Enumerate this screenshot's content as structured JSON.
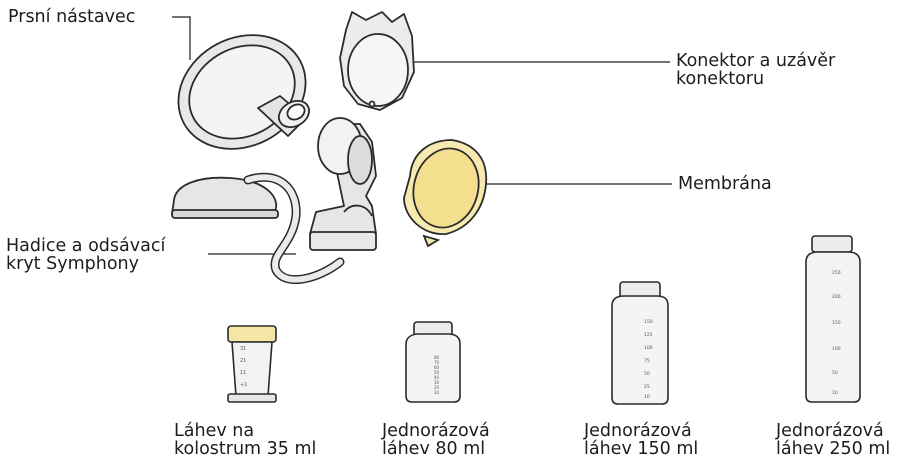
{
  "labels": {
    "breast_shield": "Prsní nástavec",
    "connector": {
      "line1": "Konektor a uzávěr",
      "line2": "konektoru"
    },
    "membrane": "Membrána",
    "tubing": {
      "line1": "Hadice a odsávací",
      "line2": "kryt Symphony"
    }
  },
  "bottles": [
    {
      "line1": "Láhev na",
      "line2": "kolostrum 35 ml"
    },
    {
      "line1": "Jednorázová",
      "line2": "láhev 80 ml"
    },
    {
      "line1": "Jednorázová",
      "line2": "láhev 150 ml"
    },
    {
      "line1": "Jednorázová",
      "line2": "láhev 250 ml"
    }
  ],
  "scales": {
    "colostrum": [
      "31",
      "21",
      "11",
      "+1"
    ],
    "bottle_80": [
      "80",
      "70",
      "60",
      "50",
      "40",
      "30",
      "20",
      "10"
    ],
    "bottle_150": [
      "150",
      "125",
      "100",
      "75",
      "50",
      "25",
      "10"
    ],
    "bottle_250": [
      "250",
      "200",
      "150",
      "100",
      "50",
      "10"
    ]
  },
  "colors": {
    "outline": "#2b2b2b",
    "part_fill": "#ececec",
    "cap_yellow": "#f5e6a6",
    "membrane_yellow": "#f7eab0",
    "text": "#1d1d1b"
  }
}
